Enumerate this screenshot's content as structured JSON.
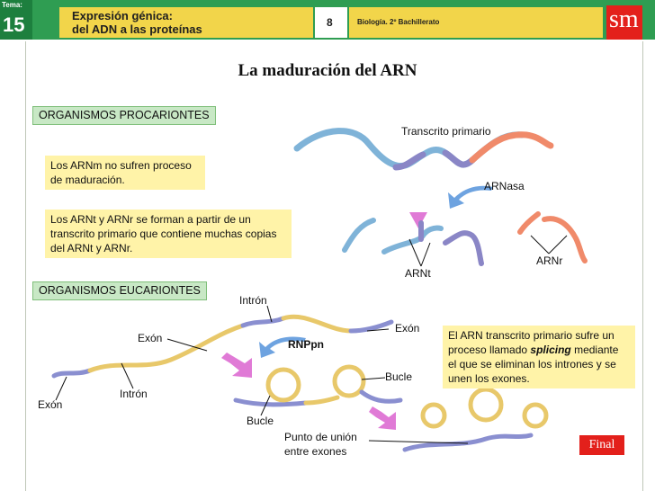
{
  "header": {
    "tema_label": "Tema:",
    "tema_number": "15",
    "title_line1": "Expresión génica:",
    "title_line2": "del ADN a las proteínas",
    "page_number": "8",
    "subject": "Biología. 2º Bachillerato",
    "logo_text": "sm"
  },
  "main_title": "La maduración del ARN",
  "prokaryotes": {
    "section_label": "ORGANISMOS PROCARIONTES",
    "note1": "Los ARNm no sufren proceso de maduración.",
    "note2": "Los ARNt y ARNr se forman a partir de un transcrito primario que contiene muchas copias del ARNt y ARNr.",
    "labels": {
      "transcrito": "Transcrito primario",
      "arnasa": "ARNasa",
      "arnt": "ARNt",
      "arnr": "ARNr"
    }
  },
  "eukaryotes": {
    "section_label": "ORGANISMOS EUCARIONTES",
    "labels": {
      "intron_top": "Intrón",
      "exon_left_mid": "Exón",
      "exon_right": "Exón",
      "rnppn": "RNPpn",
      "intron_bottom": "Intrón",
      "exon_bottom_left": "Exón",
      "bucle_right": "Bucle",
      "bucle_bottom": "Bucle",
      "punto_union_1": "Punto de unión",
      "punto_union_2": "entre exones"
    },
    "note_part1": "El ARN transcrito primario sufre un proceso llamado ",
    "note_bold": "splicing",
    "note_part2": " mediante el que se eliminan los intrones y se unen los exones."
  },
  "final_button": "Final",
  "colors": {
    "header_green": "#2f9d52",
    "panel_yellow": "#f2d54a",
    "logo_red": "#e3201b",
    "label_green": "#c8e8c5",
    "note_yellow": "#fff3a8",
    "rna_blue": "#7fb3d8",
    "rna_purple": "#8a86c6",
    "rna_orange": "#f08a6a",
    "exon_purple": "#8a8fd0",
    "intron_yellow": "#e8c86a"
  }
}
